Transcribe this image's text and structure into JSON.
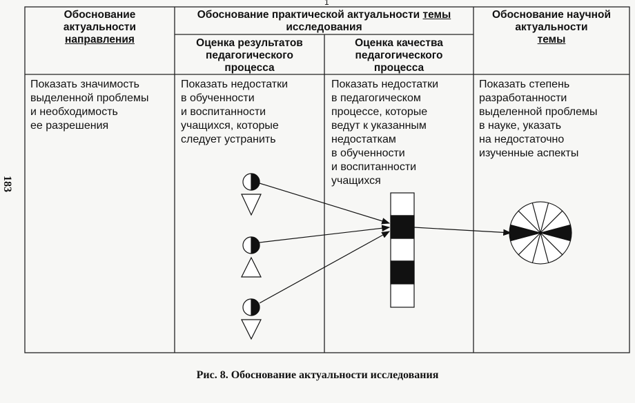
{
  "page_number": "183",
  "top_mark": "1",
  "headers": {
    "col1": {
      "line1": "Обоснование",
      "line2": "актуальности",
      "line3": "направления"
    },
    "middle": {
      "prefix": "Обоснование практической актуальности ",
      "underlined": "темы",
      "line2": "исследования"
    },
    "col2": {
      "line1": "Оценка результатов",
      "line2": "педагогического",
      "line3": "процесса"
    },
    "col3": {
      "line1": "Оценка качества",
      "line2": "педагогического",
      "line3": "процесса"
    },
    "col4": {
      "line1": "Обоснование научной",
      "line2": "актуальности",
      "line3": "темы"
    }
  },
  "body": {
    "col1": [
      "Показать значимость",
      "выделенной проблемы",
      "и необходимость",
      "ее разрешения"
    ],
    "col2": [
      "Показать недостатки",
      "в обученности",
      "и воспитанности",
      "учащихся, которые",
      "следует устранить"
    ],
    "col3": [
      "Показать недостатки",
      "в педагогическом",
      "процессе, которые",
      "ведут к указанным",
      "недостаткам",
      "в обученности",
      "и воспитанности",
      "учащихся"
    ],
    "col4": [
      "Показать степень",
      "разработанности",
      "выделенной проблемы",
      "в науке, указать",
      "на недостаточно",
      "изученные аспекты"
    ]
  },
  "caption": "Рис. 8. Обоснование актуальности исследования"
}
